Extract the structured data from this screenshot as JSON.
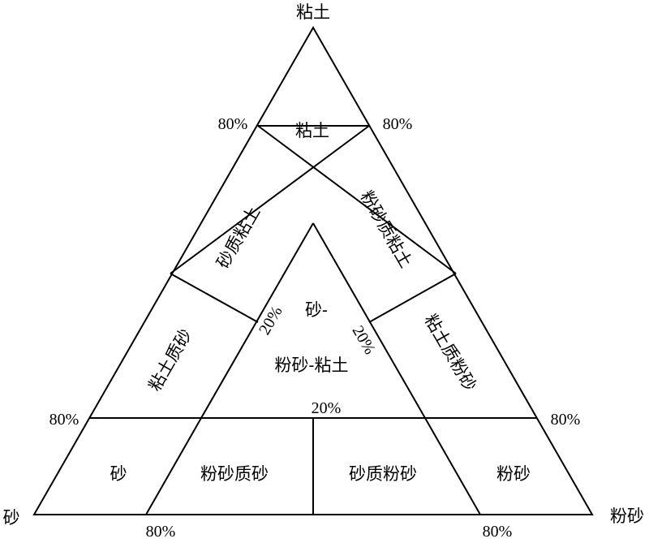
{
  "vertices": {
    "top": "粘土",
    "left": "砂",
    "right": "粉砂"
  },
  "regions": {
    "clay": "粘土",
    "sandy_clay": "砂质粘土",
    "silty_clay": "粉砂质粘土",
    "clayey_sand": "粘土质砂",
    "clayey_silt": "粘土质粉砂",
    "center_line1": "砂-",
    "center_line2": "粉砂-粘土",
    "sand": "砂",
    "silty_sand": "粉砂质砂",
    "sandy_silt": "砂质粉砂",
    "silt": "粉砂"
  },
  "ticks": {
    "top_left": "80%",
    "top_right": "80%",
    "mid_left": "80%",
    "mid_right": "80%",
    "bottom_left": "80%",
    "bottom_right": "80%",
    "center_left": "20%",
    "center_right": "20%",
    "center_bottom": "20%"
  }
}
